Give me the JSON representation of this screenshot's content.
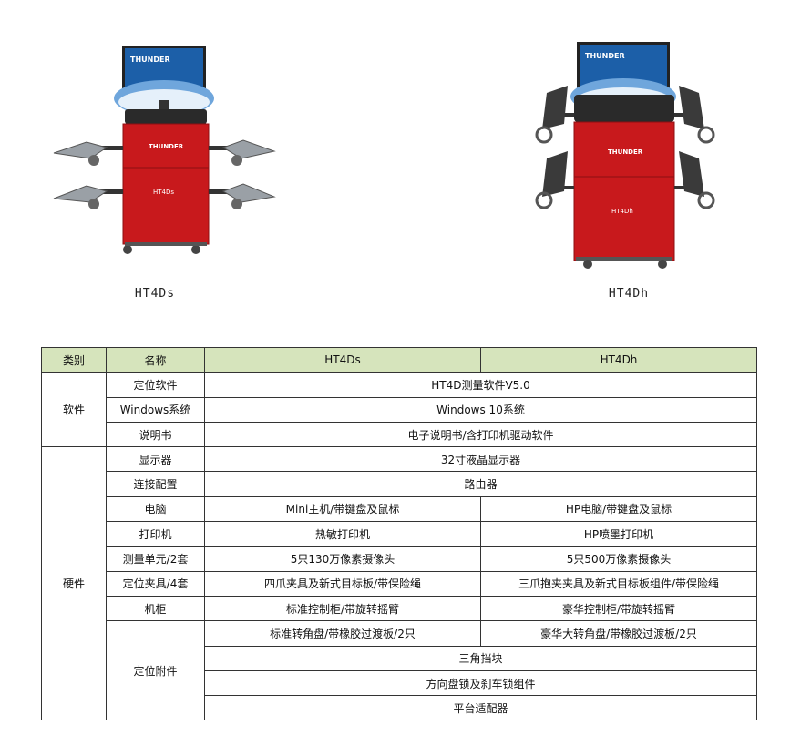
{
  "products": [
    {
      "name": "HT4Ds",
      "brand": "THUNDER",
      "label": "HT4Ds"
    },
    {
      "name": "HT4Dh",
      "brand": "THUNDER",
      "label": "HT4Dh"
    }
  ],
  "table": {
    "headers": {
      "category": "类别",
      "name": "名称",
      "model_a": "HT4Ds",
      "model_b": "HT4Dh"
    },
    "software": {
      "category": "软件",
      "rows": [
        {
          "name": "定位软件",
          "value": "HT4D测量软件V5.0"
        },
        {
          "name": "Windows系统",
          "value": "Windows 10系统"
        },
        {
          "name": "说明书",
          "value": "电子说明书/含打印机驱动软件"
        }
      ]
    },
    "hardware": {
      "category": "硬件",
      "display": {
        "name": "显示器",
        "value": "32寸液晶显示器"
      },
      "connection": {
        "name": "连接配置",
        "value": "路由器"
      },
      "computer": {
        "name": "电脑",
        "a": "Mini主机/带键盘及鼠标",
        "b": "HP电脑/带键盘及鼠标"
      },
      "printer": {
        "name": "打印机",
        "a": "热敏打印机",
        "b": "HP喷墨打印机"
      },
      "measure": {
        "name": "测量单元/2套",
        "a": "5只130万像素摄像头",
        "b": "5只500万像素摄像头"
      },
      "clamp": {
        "name": "定位夹具/4套",
        "a": "四爪夹具及新式目标板/带保险绳",
        "b": "三爪抱夹夹具及新式目标板组件/带保险绳"
      },
      "cabinet": {
        "name": "机柜",
        "a": "标准控制柜/带旋转摇臂",
        "b": "豪华控制柜/带旋转摇臂"
      },
      "accessories": {
        "name": "定位附件",
        "turntable": {
          "a": "标准转角盘/带橡胶过渡板/2只",
          "b": "豪华大转角盘/带橡胶过渡板/2只"
        },
        "chock": "三角挡块",
        "lock": "方向盘锁及刹车锁组件",
        "adapter": "平台适配器"
      }
    }
  },
  "colors": {
    "header_bg": "#d6e4bc",
    "cabinet_red": "#c8191c",
    "border": "#333333"
  }
}
